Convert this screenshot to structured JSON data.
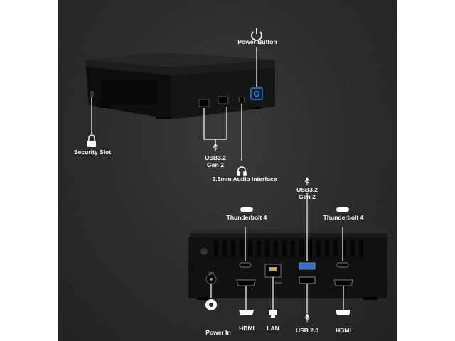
{
  "labels": {
    "power_button": "Power Button",
    "security_slot": "Security Slot",
    "usb_front_line1": "USB3.2",
    "usb_front_line2": "Gen 2",
    "audio": "3.5mm Audio Interface",
    "usb_rear_line1": "USB3.2",
    "usb_rear_line2": "Gen 2",
    "tb_left": "Thunderbolt 4",
    "tb_right": "Thunderbolt 4",
    "power_in": "Power In",
    "hdmi_left": "HDMI",
    "lan": "LAN",
    "usb20": "USB 2.0",
    "hdmi_right": "HDMI"
  },
  "port_marks": {
    "lan_speed": "2.5G",
    "power_rating": "19V"
  },
  "icons": [
    "power-icon",
    "lock-icon",
    "usb-icon",
    "headset-icon",
    "thunderbolt-port-icon",
    "hdmi-icon",
    "ethernet-icon",
    "dc-jack-icon"
  ],
  "colors": {
    "background": "#2b2b2b",
    "text": "#ffffff",
    "device": "#111111",
    "accent_blue": "#2a7fd0",
    "usb_blue": "#2f6fd6"
  }
}
